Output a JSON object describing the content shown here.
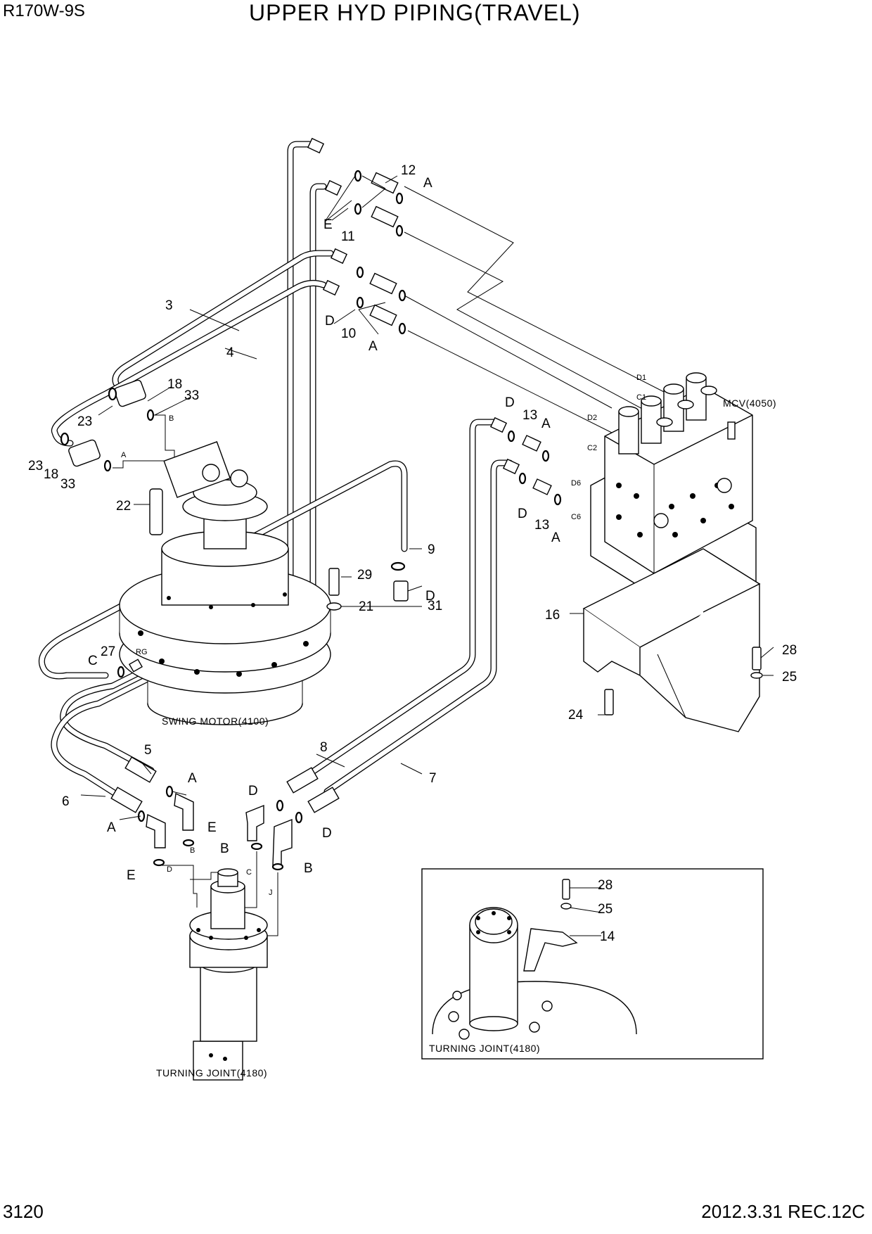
{
  "header": {
    "model": "R170W-9S",
    "title": "UPPER HYD PIPING(TRAVEL)"
  },
  "footer": {
    "page_number": "3120",
    "date_rev": "2012.3.31  REC.12C"
  },
  "components": {
    "mcv": "MCV(4050)",
    "swing_motor": "SWING MOTOR(4100)",
    "turning_joint": "TURNING JOINT(4180)",
    "turning_joint_inset": "TURNING JOINT(4180)"
  },
  "port_labels": {
    "d1": "D1",
    "c1": "C1",
    "d2": "D2",
    "c2": "C2",
    "d6": "D6",
    "c6": "C6",
    "rg": "RG",
    "b_top": "B",
    "a_top": "A",
    "tj_b": "B",
    "tj_c": "C",
    "tj_d": "D",
    "tj_j": "J"
  },
  "callouts": {
    "n3": "3",
    "n4": "4",
    "n5": "5",
    "n6": "6",
    "n7": "7",
    "n8": "8",
    "n9": "9",
    "n10": "10",
    "n11": "11",
    "n12": "12",
    "n13a": "13",
    "n13b": "13",
    "n14": "14",
    "n16": "16",
    "n18a": "18",
    "n18b": "18",
    "n21": "21",
    "n22": "22",
    "n23a": "23",
    "n23b": "23",
    "n24": "24",
    "n25a": "25",
    "n25b": "25",
    "n27": "27",
    "n28a": "28",
    "n28b": "28",
    "n29": "29",
    "n31": "31",
    "n33a": "33",
    "n33b": "33"
  },
  "letters": {
    "a1": "A",
    "e1": "E",
    "d1": "D",
    "a2": "A",
    "d3": "D",
    "a3": "A",
    "d4": "D",
    "a4": "A",
    "d5": "D",
    "c5": "C",
    "a6": "A",
    "a7": "A",
    "e7": "E",
    "e8": "E",
    "d9": "D",
    "d10": "D",
    "b9": "B",
    "b10": "B"
  }
}
